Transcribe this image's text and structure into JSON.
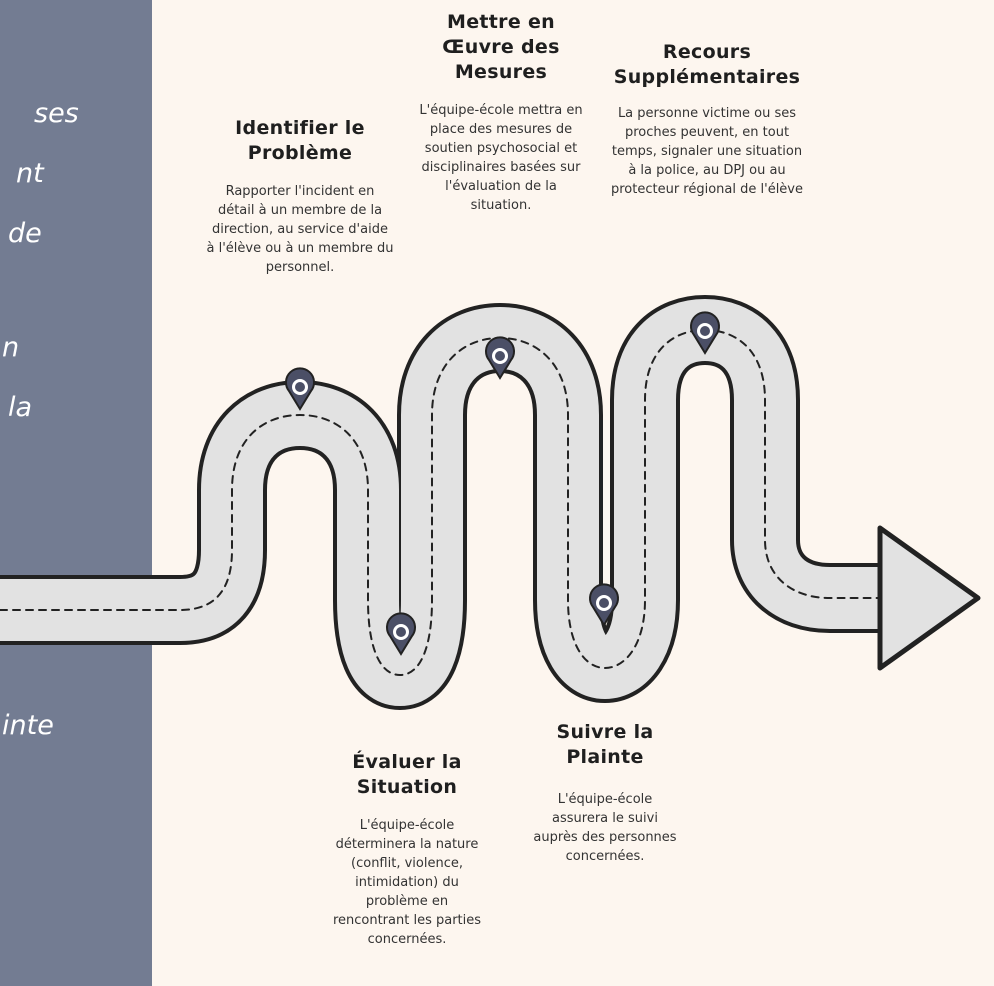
{
  "side_fragments": [
    "ses",
    "nt",
    "de",
    "n",
    "la",
    "n",
    "inte"
  ],
  "colors": {
    "side_panel": "#737c92",
    "background": "#fdf6ef",
    "road": "#e2e2e2",
    "outline": "#222222"
  },
  "steps": [
    {
      "title": "Identifier le Problème",
      "text": "Rapporter l'incident en détail à un membre de la direction, au service d'aide à l'élève ou à un membre du personnel.",
      "pin_icon": "map-pin-icon",
      "pin_color": "#4b4f66"
    },
    {
      "title": "Évaluer la Situation",
      "text": "L'équipe-école déterminera la nature (conflit, violence, intimidation) du problème en rencontrant les parties concernées.",
      "pin_icon": "map-pin-icon",
      "pin_color": "#4b4f66"
    },
    {
      "title": "Mettre en Œuvre des Mesures",
      "text": "L'équipe-école mettra en place des mesures de soutien psychosocial et disciplinaires basées sur l'évaluation de la situation.",
      "pin_icon": "map-pin-icon",
      "pin_color": "#4b4f66"
    },
    {
      "title": "Suivre la Plainte",
      "text": "L'équipe-école assurera le suivi auprès des personnes concernées.",
      "pin_icon": "map-pin-icon",
      "pin_color": "#4b4f66"
    },
    {
      "title": "Recours Supplémentaires",
      "text": "La personne victime ou ses proches peuvent, en tout temps, signaler une situation à la police, au DPJ ou au protecteur régional de l'élève",
      "pin_icon": "map-pin-icon",
      "pin_color": "#4b4f66"
    }
  ]
}
